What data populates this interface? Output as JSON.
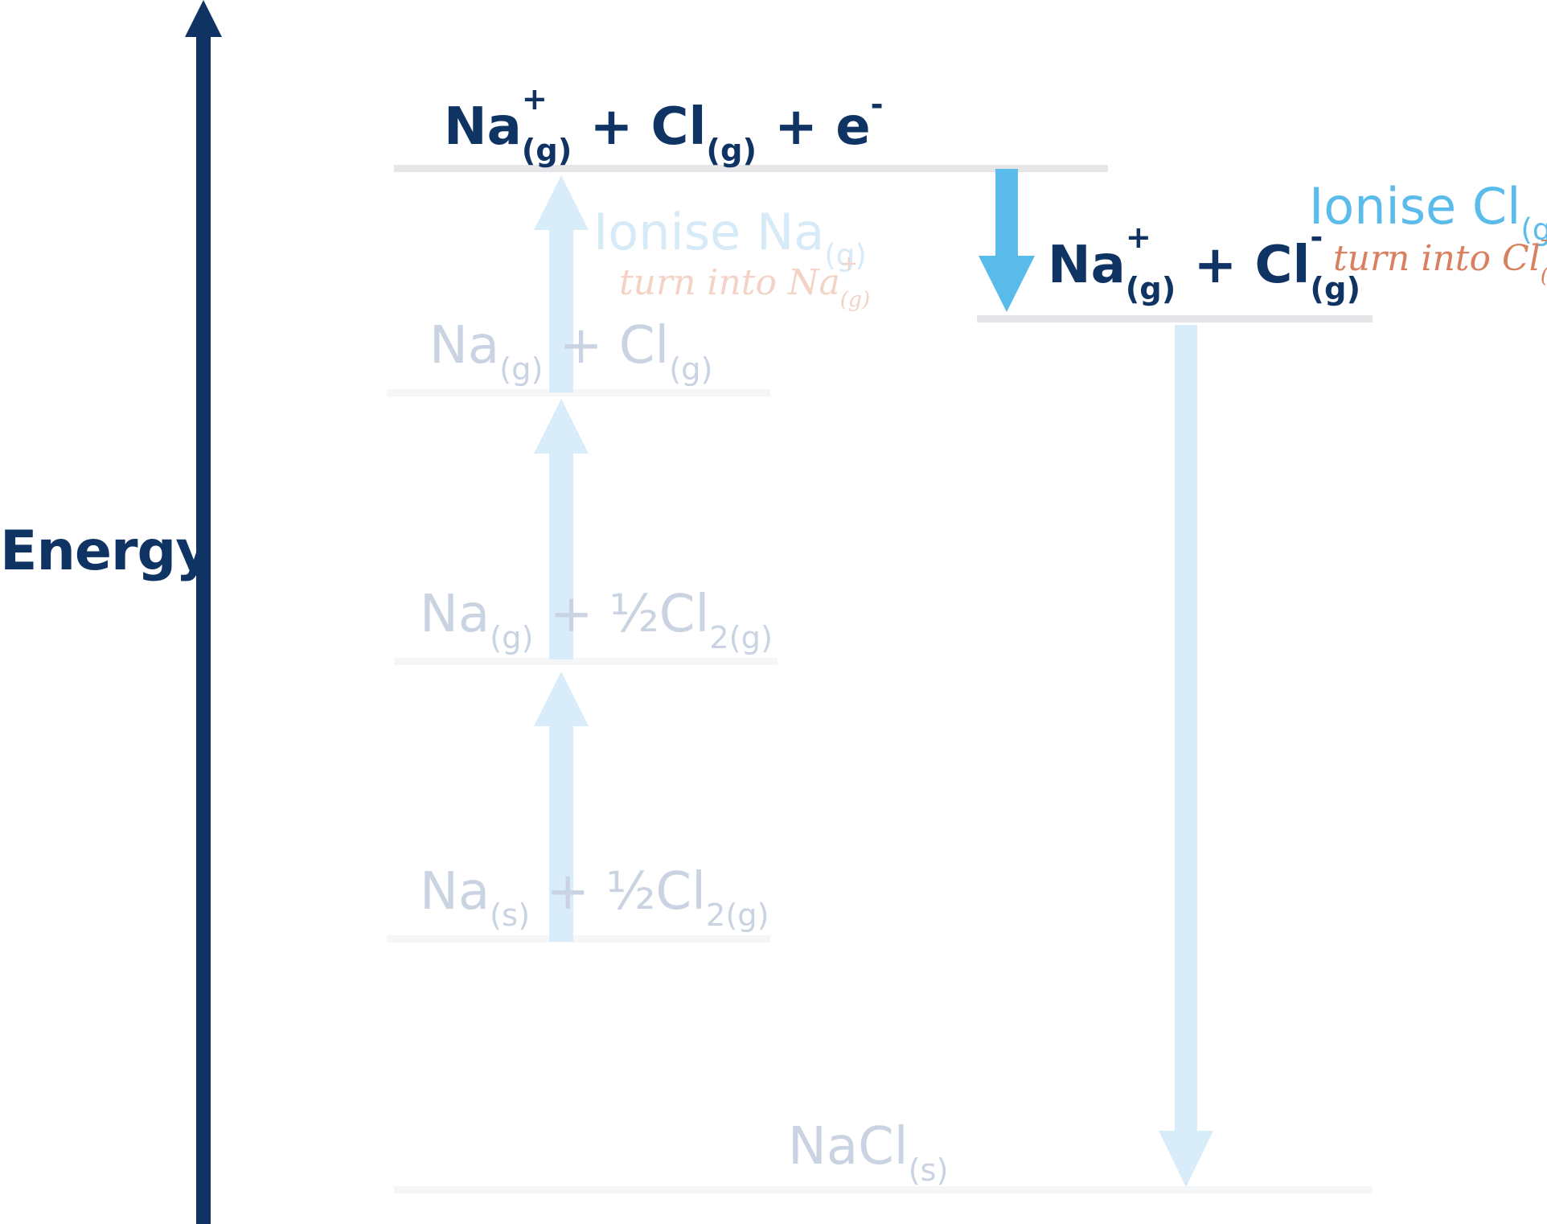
{
  "axis": {
    "label": "Energy",
    "color": "#0f3464"
  },
  "levels": {
    "top": {
      "species": [
        "Na",
        "Cl",
        "e"
      ],
      "text": "Na+(g) + Cl(g) + e-"
    },
    "ions": {
      "text": "Na+(g) + Cl-(g)"
    },
    "atoms_gas": {
      "text": "Na(g) + Cl(g)"
    },
    "na_gas": {
      "text": "Na(g) + ½Cl2(g)"
    },
    "elements": {
      "text": "Na(s) + ½Cl2(g)"
    },
    "product": {
      "text": "NaCl(s)"
    }
  },
  "steps": {
    "ionise_na": {
      "title": "Ionise Na",
      "title_state": "(g)",
      "caption": "turn into Na",
      "caption_charge": "+",
      "caption_state": "(g)"
    },
    "ionise_cl": {
      "title": "Ionise Cl",
      "title_state": "(g)",
      "caption": "turn into Cl",
      "caption_charge": "-",
      "caption_state": "(g)"
    }
  },
  "glyphs": {
    "plus": "+",
    "minus": "-",
    "state_g": "(g)",
    "state_s": "(s)",
    "half": "½",
    "two": "2"
  },
  "colors": {
    "dark_navy": "#0f3464",
    "bright_blue": "#5bbcec",
    "pale_blue": "#d8ecf9",
    "faded_text": "#c9d3e1",
    "level_line": "#e6e6e8",
    "caption_orange": "#d98060",
    "caption_faded": "#f3d3c6",
    "title_faded": "#d6eaf8"
  }
}
